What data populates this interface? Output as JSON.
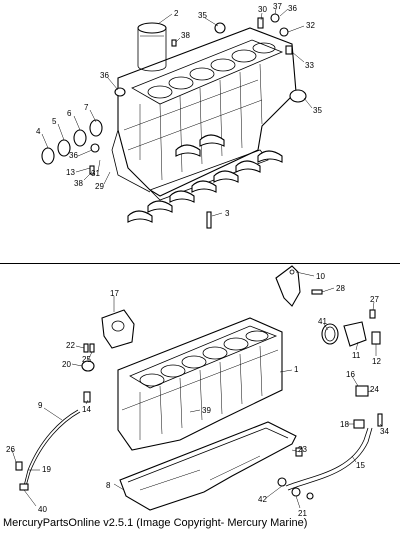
{
  "caption": "MercuryPartsOnline v2.5.1 (Image Copyright- Mercury Marine)",
  "top_callouts": [
    "2",
    "30",
    "37",
    "36",
    "35",
    "32",
    "38",
    "33",
    "36",
    "35",
    "7",
    "6",
    "5",
    "4",
    "36",
    "13",
    "38",
    "31",
    "29",
    "3"
  ],
  "bottom_callouts": [
    "10",
    "28",
    "17",
    "27",
    "41",
    "22",
    "25",
    "11",
    "12",
    "20",
    "1",
    "16",
    "24",
    "9",
    "14",
    "39",
    "18",
    "34",
    "26",
    "19",
    "23",
    "8",
    "15",
    "42",
    "21",
    "40"
  ]
}
